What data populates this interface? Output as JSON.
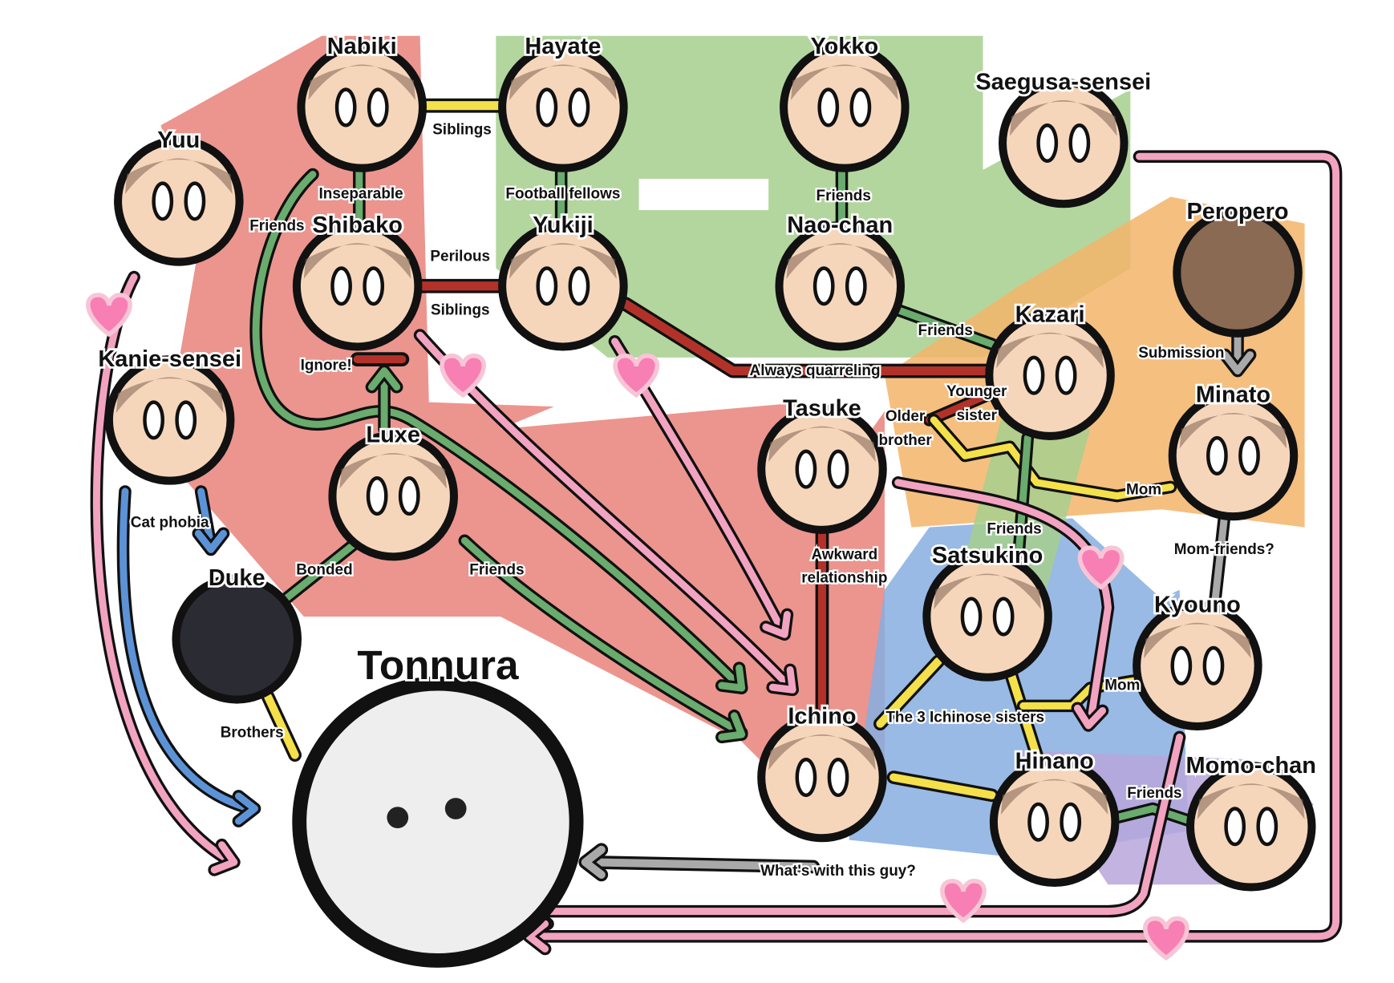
{
  "colors": {
    "red_zone": "#e8837a",
    "green_zone": "#a6cf8e",
    "orange_zone": "#f3b46a",
    "blue_zone": "#86aee0",
    "purple_zone": "#b7a6dc",
    "yellow_link": "#f4e04a",
    "green_link": "#6aab6e",
    "red_link": "#b2322a",
    "gray_link": "#a9a9a9",
    "blue_link": "#5c93d6",
    "pink_link": "#f2a3c0",
    "heart": "#f77fb3"
  },
  "nodes": [
    {
      "id": "nabiki",
      "name": "Nabiki"
    },
    {
      "id": "hayate",
      "name": "Hayate"
    },
    {
      "id": "yokko",
      "name": "Yokko"
    },
    {
      "id": "saegusa",
      "name": "Saegusa-sensei"
    },
    {
      "id": "yuu",
      "name": "Yuu"
    },
    {
      "id": "shibako",
      "name": "Shibako"
    },
    {
      "id": "yukiji",
      "name": "Yukiji"
    },
    {
      "id": "naochan",
      "name": "Nao-chan"
    },
    {
      "id": "peropero",
      "name": "Peropero"
    },
    {
      "id": "kanie",
      "name": "Kanie-sensei"
    },
    {
      "id": "kazari",
      "name": "Kazari"
    },
    {
      "id": "minato",
      "name": "Minato"
    },
    {
      "id": "tasuke",
      "name": "Tasuke"
    },
    {
      "id": "luxe",
      "name": "Luxe"
    },
    {
      "id": "duke",
      "name": "Duke"
    },
    {
      "id": "satsukino",
      "name": "Satsukino"
    },
    {
      "id": "kyouno",
      "name": "Kyouno"
    },
    {
      "id": "tonnura",
      "name": "Tonnura"
    },
    {
      "id": "ichino",
      "name": "Ichino"
    },
    {
      "id": "hinano",
      "name": "Hinano"
    },
    {
      "id": "momochan",
      "name": "Momo-chan"
    }
  ],
  "labels": {
    "siblings_nh": "Siblings",
    "inseparable": "Inseparable",
    "football": "Football fellows",
    "friends_yn": "Friends",
    "perilous": "Perilous",
    "siblings_sy": "Siblings",
    "friends_yuu": "Friends",
    "ignore": "Ignore!",
    "friends_nk": "Friends",
    "quarreling": "Always quarreling",
    "younger": "Younger",
    "sister": "sister",
    "older": "Older",
    "brother": "brother",
    "submission": "Submission",
    "mom_minato": "Mom",
    "friends_ks": "Friends",
    "momfriends": "Mom-friends?",
    "awkward": "Awkward",
    "relationship": "relationship",
    "sisters": "The 3 Ichinose sisters",
    "mom_kyouno": "Mom",
    "friends_hm": "Friends",
    "whats": "What's with this guy?",
    "brothers": "Brothers",
    "bonded": "Bonded",
    "friends_luxe": "Friends",
    "catphobia": "Cat phobia"
  }
}
